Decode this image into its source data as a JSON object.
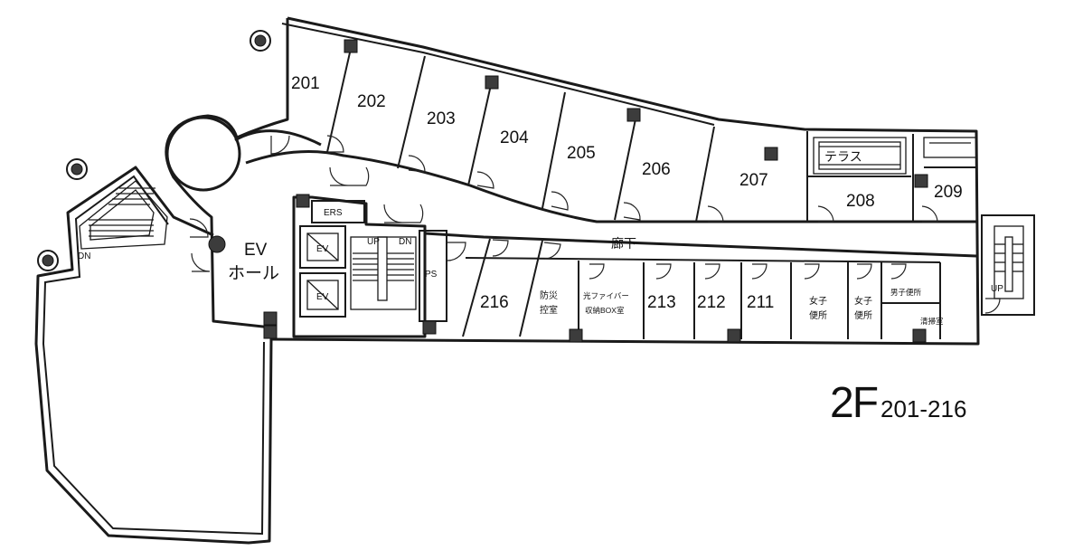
{
  "floor": {
    "level": "2F",
    "range": "201-216"
  },
  "rooms": {
    "r201": "201",
    "r202": "202",
    "r203": "203",
    "r204": "204",
    "r205": "205",
    "r206": "206",
    "r207": "207",
    "r208": "208",
    "r209": "209",
    "r211": "211",
    "r212": "212",
    "r213": "213",
    "r216": "216"
  },
  "labels": {
    "terrace": "テラス",
    "corridor": "廊下",
    "ev_hall_1": "EV",
    "ev_hall_2": "ホール",
    "ers": "ERS",
    "ev": "EV",
    "stair_up": "UP",
    "stair_dn": "DN",
    "ps": "PS",
    "disaster_1": "防災",
    "disaster_2": "控室",
    "fiber_1": "光ファイバー",
    "fiber_2": "収納BOX室",
    "womens_1": "女子",
    "womens_2": "便所",
    "mens": "男子便所",
    "cleaning": "清掃室",
    "east_up": "UP",
    "west_dn": "DN"
  },
  "colors": {
    "ink": "#1a1a1a",
    "pillar": "#3c3c3c"
  }
}
